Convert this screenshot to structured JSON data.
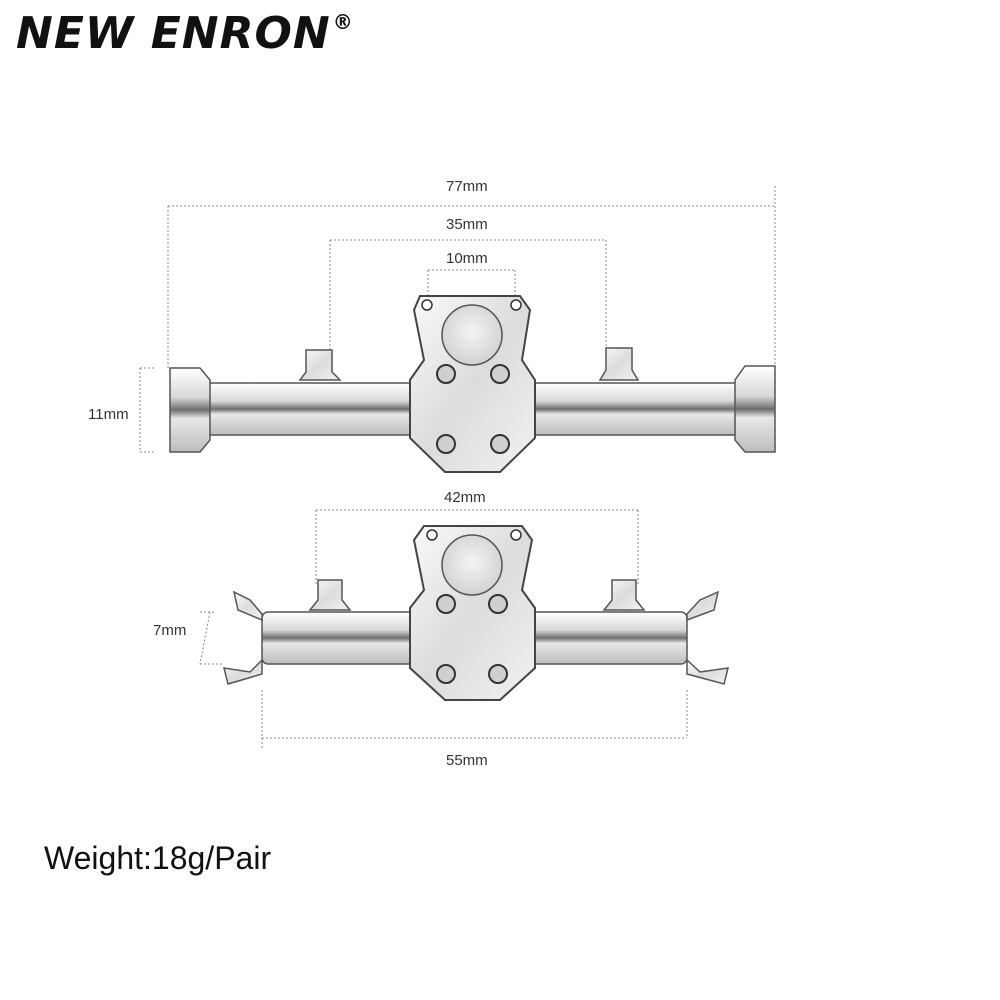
{
  "brand": {
    "name": "NEW ENRON",
    "registered": "®"
  },
  "front_axle": {
    "overall_length": "77mm",
    "inner_span": "35mm",
    "center_width": "10mm",
    "tube_height": "11mm"
  },
  "rear_axle": {
    "mount_span": "42mm",
    "overall_length": "55mm",
    "fork_opening": "7mm"
  },
  "weight": "Weight:18g/Pair"
}
